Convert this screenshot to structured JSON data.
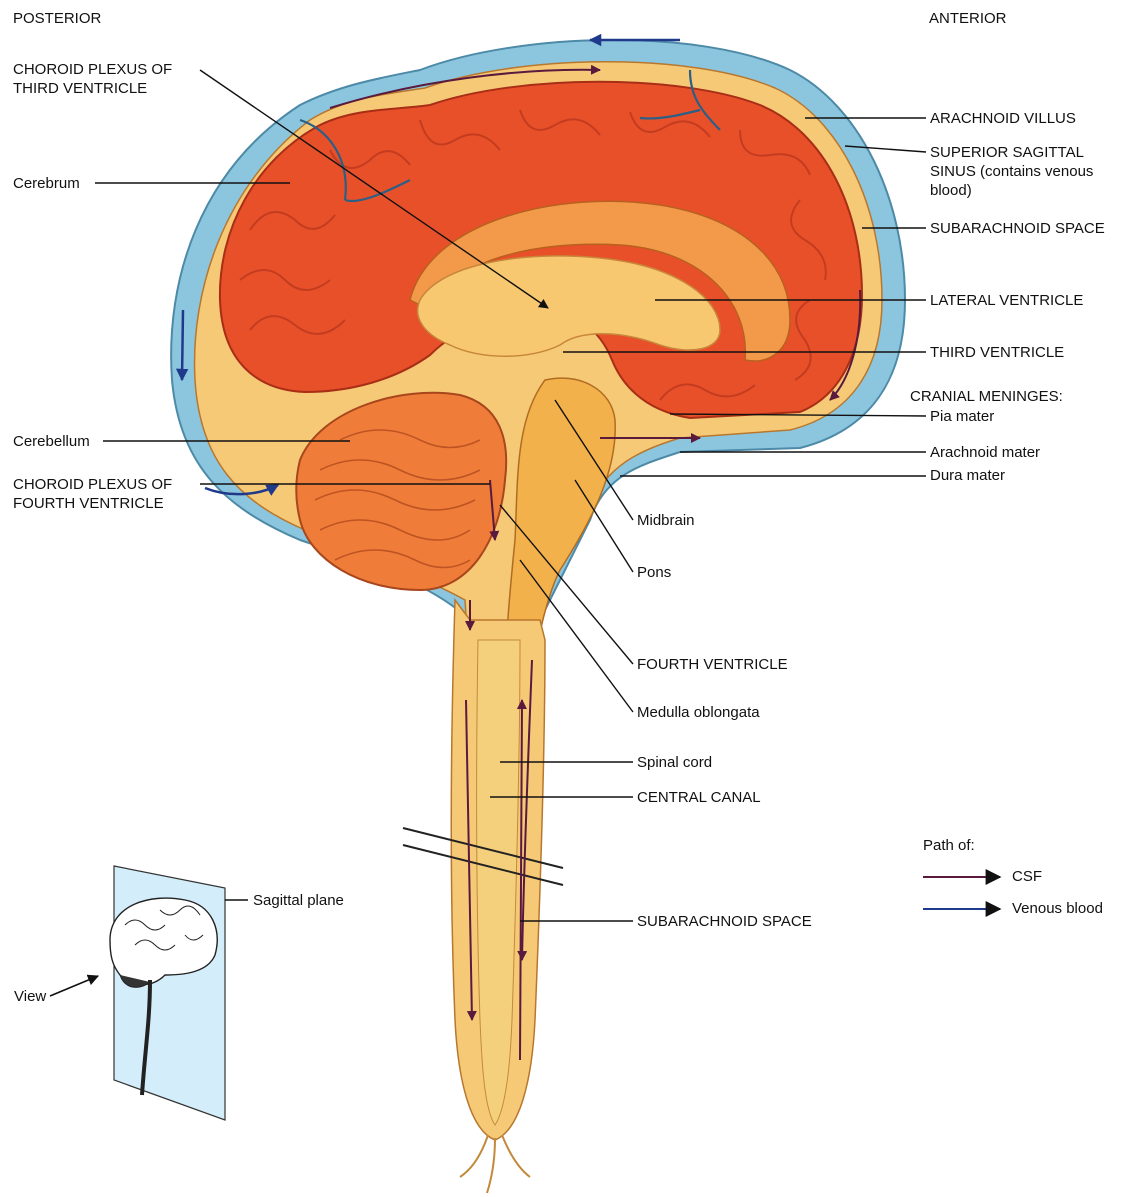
{
  "orientation": {
    "posterior": "POSTERIOR",
    "anterior": "ANTERIOR"
  },
  "labels_left": {
    "choroid_third": "CHOROID PLEXUS OF\nTHIRD VENTRICLE",
    "cerebrum": "Cerebrum",
    "cerebellum": "Cerebellum",
    "choroid_fourth": "CHOROID PLEXUS OF\nFOURTH VENTRICLE"
  },
  "labels_right": {
    "arachnoid_villus": "ARACHNOID VILLUS",
    "superior_sagittal_sinus": "SUPERIOR SAGITTAL\nSINUS (contains venous\nblood)",
    "subarachnoid_space_top": "SUBARACHNOID SPACE",
    "lateral_ventricle": "LATERAL VENTRICLE",
    "third_ventricle": "THIRD VENTRICLE",
    "cranial_meninges": "CRANIAL MENINGES:",
    "pia_mater": "Pia mater",
    "arachnoid_mater": "Arachnoid mater",
    "dura_mater": "Dura mater"
  },
  "labels_center": {
    "midbrain": "Midbrain",
    "pons": "Pons",
    "fourth_ventricle": "FOURTH VENTRICLE",
    "medulla_oblongata": "Medulla oblongata",
    "spinal_cord": "Spinal cord",
    "central_canal": "CENTRAL CANAL",
    "subarachnoid_space_bottom": "SUBARACHNOID SPACE"
  },
  "inset": {
    "sagittal_plane": "Sagittal plane",
    "view": "View"
  },
  "legend": {
    "title": "Path of:",
    "items": [
      {
        "label": "CSF",
        "color": "#5a1a3e"
      },
      {
        "label": "Venous blood",
        "color": "#1f3a8a"
      }
    ]
  },
  "colors": {
    "cerebrum": "#e8502a",
    "meninges_blue": "#8cc6de",
    "tissue_tan": "#f6c977",
    "brainstem": "#f3b14b",
    "csf_path": "#5a1a3e",
    "venous_path": "#1f3a8a"
  }
}
